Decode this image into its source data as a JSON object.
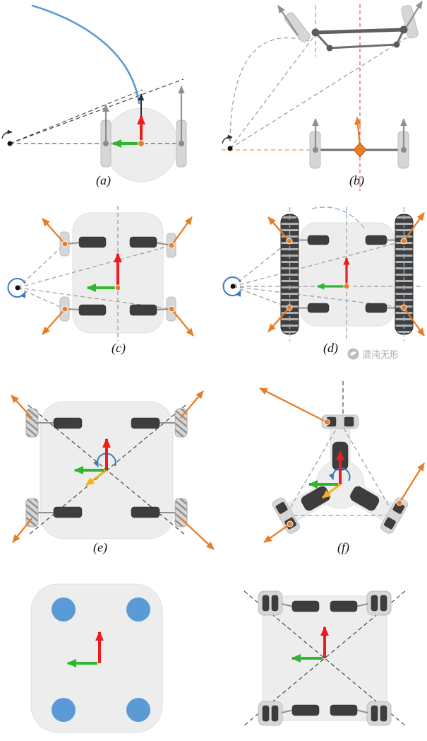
{
  "figure": {
    "panels": [
      {
        "id": "a",
        "label": "(a)"
      },
      {
        "id": "b",
        "label": "(b)"
      },
      {
        "id": "c",
        "label": "(c)"
      },
      {
        "id": "d",
        "label": "(d)"
      },
      {
        "id": "e",
        "label": "(e)"
      },
      {
        "id": "f",
        "label": "(f)"
      },
      {
        "id": "g",
        "label": ""
      },
      {
        "id": "h",
        "label": ""
      }
    ],
    "watermark": {
      "text": "混沌无形"
    }
  },
  "colors": {
    "body": "#ededed",
    "pad": "#d6d6d6",
    "wheel": "#3d3d3d",
    "arrow_gray": "#8f8f8f",
    "orange": "#e87d26",
    "red": "#ee1c1c",
    "green": "#2eb62e",
    "yellow": "#f0b41e",
    "blue": "#5b9bd5",
    "icr_blue": "#3a7bbf",
    "dash_black": "#3a3a3a",
    "dash_gray": "#9a9a9a",
    "red_dash": "#cc3333",
    "watermark_gray": "#a6a6a6"
  }
}
